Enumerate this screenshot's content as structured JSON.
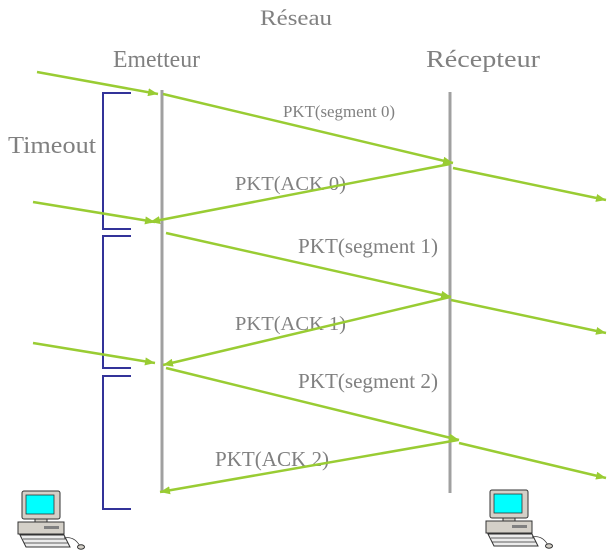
{
  "title": "Réseau",
  "sender": {
    "label": "Emetteur",
    "icon": "computer-icon"
  },
  "receiver": {
    "label": "Récepteur",
    "icon": "computer-icon"
  },
  "timeout": {
    "label": "Timeout"
  },
  "messages": [
    {
      "label": "PKT(segment 0)"
    },
    {
      "label": "PKT(ACK 0)"
    },
    {
      "label": "PKT(segment 1)"
    },
    {
      "label": "PKT(ACK 1)"
    },
    {
      "label": "PKT(segment 2)"
    },
    {
      "label": "PKT(ACK 2)"
    }
  ],
  "colors": {
    "arrow": "#99cc33",
    "timeline": "#a0a0a0",
    "bracket": "#333399",
    "text": "#808080",
    "screen": "#00ffff"
  }
}
